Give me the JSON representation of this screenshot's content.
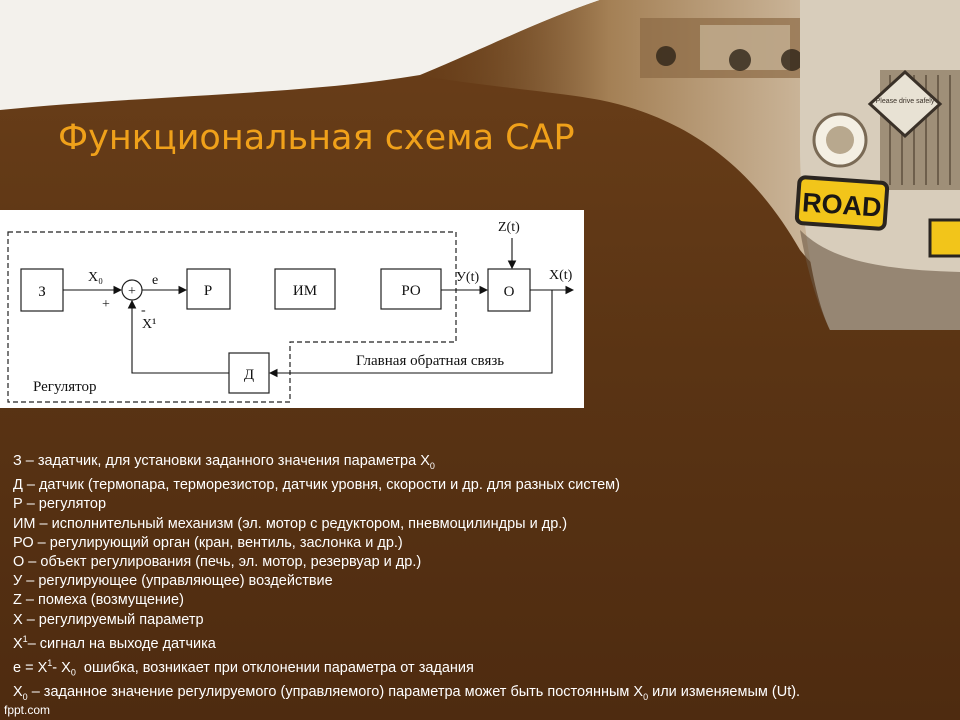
{
  "slide": {
    "title": "Функциональная схема САР",
    "footer": "fppt.com",
    "colors": {
      "title": "#f0a11a",
      "background_top": "#f3f1ec",
      "background_main": "#5a3414",
      "legend_text": "#ffffff"
    }
  },
  "photo": {
    "sign_text": "ROAD",
    "small_sign_text": "Please drive safely"
  },
  "diagram": {
    "blocks": {
      "z": "З",
      "r": "Р",
      "im": "ИМ",
      "ro": "РО",
      "o": "О",
      "d": "Д"
    },
    "labels": {
      "x0": "X₀",
      "e": "e",
      "plus": "+",
      "summer_sign": "+",
      "minus": "-",
      "x1": "X¹",
      "y_t": "У(t)",
      "z_t": "Z(t)",
      "x_t": "X(t)",
      "feedback": "Главная обратная связь",
      "regulator": "Регулятор"
    }
  },
  "legend": [
    {
      "text": "З – задатчик, для установки заданного значения параметра Х",
      "sub": "0",
      "tail": ""
    },
    {
      "text": "Д – датчик (термопара, терморезистор, датчик уровня, скорости и др. для разных систем)"
    },
    {
      "text": "Р – регулятор"
    },
    {
      "text": "ИМ – исполнительный механизм (эл. мотор с редуктором, пневмоцилиндры и др.)"
    },
    {
      "text": "РО – регулирующий орган (кран, вентиль, заслонка и др.)"
    },
    {
      "text": "О – объект регулирования (печь, эл. мотор, резервуар и др.)"
    },
    {
      "text": "У – регулирующее (управляющее) воздействие"
    },
    {
      "text": "Z – помеха (возмущение)"
    },
    {
      "text": "Х – регулируемый параметр"
    },
    {
      "text": "Х",
      "sup": "1",
      "tail": "– сигнал на выходе датчика"
    },
    {
      "text": "е = Х",
      "sup": "1",
      "mid": "- Х",
      "sub": "0",
      "tail": "  ошибка, возникает при отклонении параметра от задания"
    },
    {
      "text": "Х",
      "sub": "0",
      "tail": " – заданное значение регулируемого (управляемого) параметра может быть постоянным Х",
      "sub2": "0",
      "tail2": " или изменяемым (Ut)."
    }
  ]
}
